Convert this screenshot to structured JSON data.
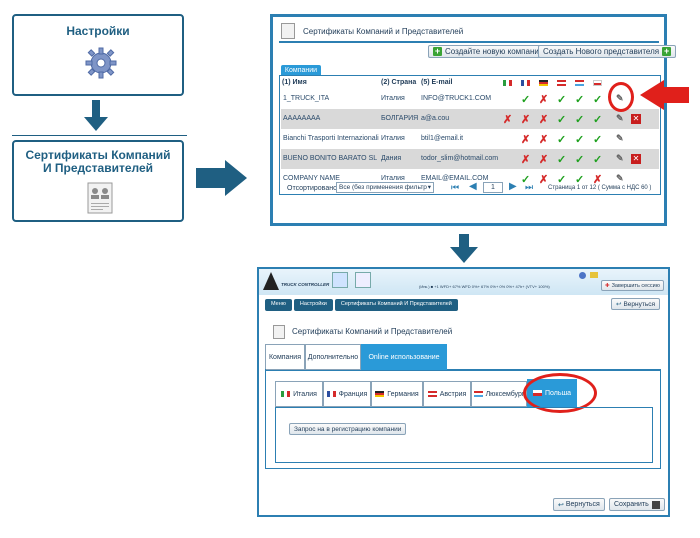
{
  "left": {
    "settings_title": "Настройки",
    "certs_title": "Сертификаты Компаний И Представителей"
  },
  "list_window": {
    "title": "Сертификаты Компаний и Представителей",
    "create_company": "Создайте новую компанию",
    "create_rep": "Создать Нового представителя",
    "section_tab": "Компании",
    "headers": {
      "name": "(1) Имя",
      "country": "(2) Страна",
      "email": "(5) E-mail"
    },
    "rows": [
      {
        "name": "1_TRUCK_ITA",
        "country": "Италия",
        "email": "INFO@TRUCK1.COM",
        "marks": [
          "",
          "ok",
          "no",
          "ok",
          "ok",
          "ok"
        ]
      },
      {
        "name": "AAAAAAAA",
        "country": "БОЛГАРИЯ",
        "email": "a@a.cou",
        "marks": [
          "no",
          "no",
          "no",
          "ok",
          "ok",
          "ok"
        ]
      },
      {
        "name": "Bianchi Trasporti Internazionali",
        "country": "Италия",
        "email": "btil1@email.it",
        "marks": [
          "",
          "no",
          "no",
          "ok",
          "ok",
          "ok"
        ]
      },
      {
        "name": "BUENO BONITO BARATO SL",
        "country": "Дания",
        "email": "todor_slim@hotmail.com",
        "marks": [
          "",
          "no",
          "no",
          "ok",
          "ok",
          "ok"
        ]
      },
      {
        "name": "COMPANY NAME",
        "country": "Италия",
        "email": "EMAIL@EMAIL.COM",
        "marks": [
          "",
          "ok",
          "no",
          "ok",
          "ok",
          "no"
        ]
      }
    ],
    "sorted_label": "Отсортировано",
    "sorted_value": "Все (без применения фильтр",
    "page_num": "1",
    "page_info": "Страница 1  от  12  ( Сумма с НДС 60 )"
  },
  "form_window": {
    "logo_text": "TRUCK CONTROLLER",
    "status_text": "(Инк.)  ■ +1  WFD+ 67%  WFD 0%+ 67%  0%+ 0%  0%+ 47h+ (VTV+ 100%)",
    "end_session": "Завершить сессию",
    "crumbs": [
      "Меню",
      "Настройки",
      "Сертификаты Компаний И Представителей"
    ],
    "back_top": "Вернуться",
    "title": "Сертификаты Компаний и Представителей",
    "tabs": [
      "Компания",
      "Дополнительно",
      "Online использование"
    ],
    "country_tabs": [
      "Италия",
      "Франция",
      "Германия",
      "Австрия",
      "Люксембург",
      "Польша"
    ],
    "request_button": "Запрос на в регистрацию компании",
    "back_bottom": "Вернуться",
    "save": "Сохранить"
  },
  "colors": {
    "frame": "#2c7fb2",
    "arrow": "#1f5f82",
    "highlight": "#e0201b",
    "active_tab": "#2a9ad8"
  }
}
